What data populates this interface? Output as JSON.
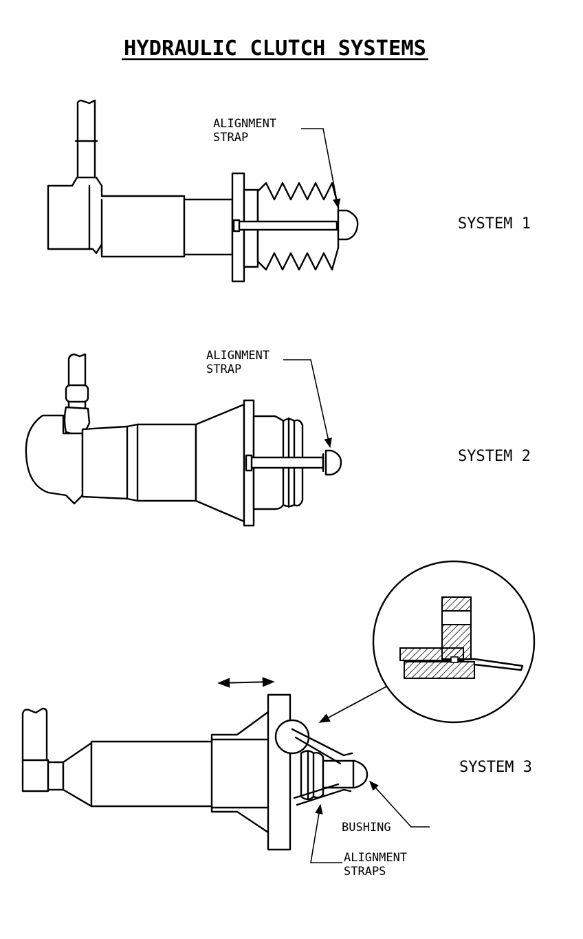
{
  "title": "HYDRAULIC CLUTCH SYSTEMS",
  "system1": {
    "label": "SYSTEM 1",
    "callout_line1": "ALIGNMENT",
    "callout_line2": "STRAP"
  },
  "system2": {
    "label": "SYSTEM 2",
    "callout_line1": "ALIGNMENT",
    "callout_line2": "STRAP"
  },
  "system3": {
    "label": "SYSTEM 3",
    "bushing_label": "BUSHING",
    "straps_line1": "ALIGNMENT",
    "straps_line2": "STRAPS"
  }
}
